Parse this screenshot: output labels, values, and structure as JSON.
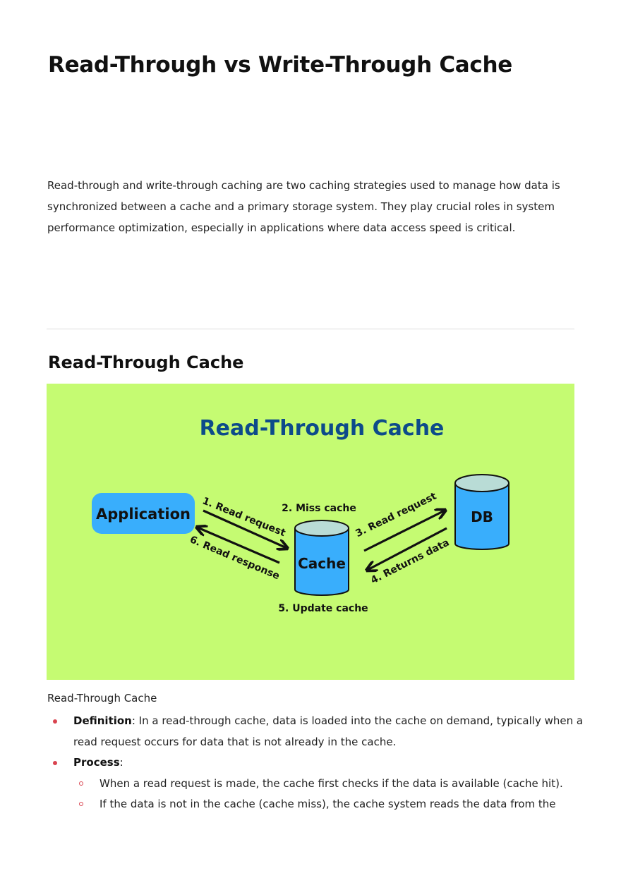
{
  "title": "Read-Through vs Write-Through Cache",
  "intro": "Read-through and write-through caching are two caching strategies used to manage how data is synchronized between a cache and a primary storage system. They play crucial roles in system performance optimization, especially in applications where data access speed is critical.",
  "section": {
    "heading": "Read-Through Cache",
    "caption": "Read-Through Cache"
  },
  "diagram": {
    "title": "Read-Through Cache",
    "application": "Application",
    "cache": "Cache",
    "db": "DB",
    "step1": "1. Read request",
    "step2": "2. Miss cache",
    "step3": "3. Read request",
    "step4": "4. Returns data",
    "step5": "5. Update cache",
    "step6": "6. Read response",
    "colors": {
      "background": "#c5fb72",
      "title": "#0d4b8a",
      "node": "#39aefc",
      "db_top": "#b9dcd6"
    }
  },
  "definition": {
    "term": "Definition",
    "text": ": In a read-through cache, data is loaded into the cache on demand, typically when a read request occurs for data that is not already in the cache."
  },
  "process": {
    "term": "Process",
    "text": ":",
    "steps": [
      "When a read request is made, the cache first checks if the data is available (cache hit).",
      "If the data is not in the cache (cache miss), the cache system reads the data from the"
    ]
  }
}
